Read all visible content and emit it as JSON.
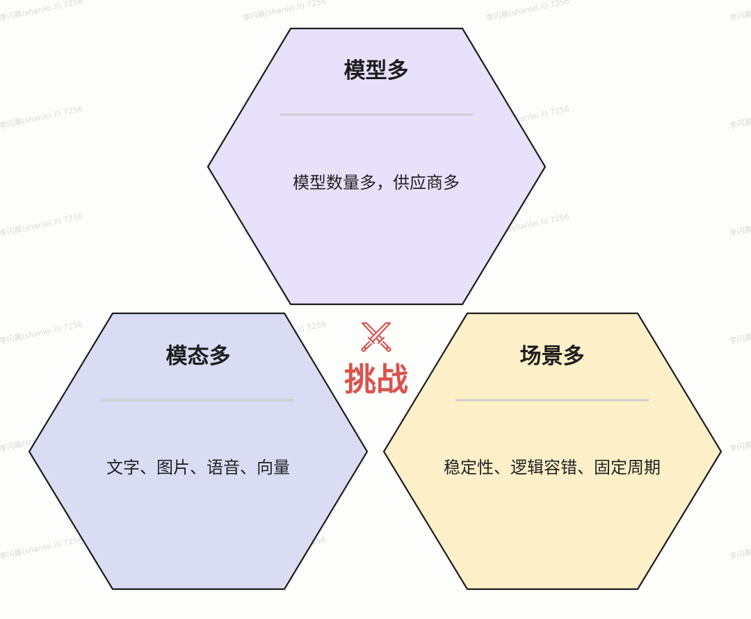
{
  "diagram": {
    "center": {
      "label": "挑战",
      "icon": "crossed-swords-icon",
      "color": "#d9534f"
    },
    "hexagons": [
      {
        "id": "models",
        "title": "模型多",
        "description": "模型数量多，供应商多",
        "fill": "#e8e1fb"
      },
      {
        "id": "modalities",
        "title": "模态多",
        "description": "文字、图片、语音、向量",
        "fill": "#d9dcf3"
      },
      {
        "id": "scenarios",
        "title": "场景多",
        "description": "稳定性、逻辑容错、固定周期",
        "fill": "#fdf0c9"
      }
    ]
  },
  "watermark": {
    "text": "李闪晨(shanlei.li) 7256"
  }
}
